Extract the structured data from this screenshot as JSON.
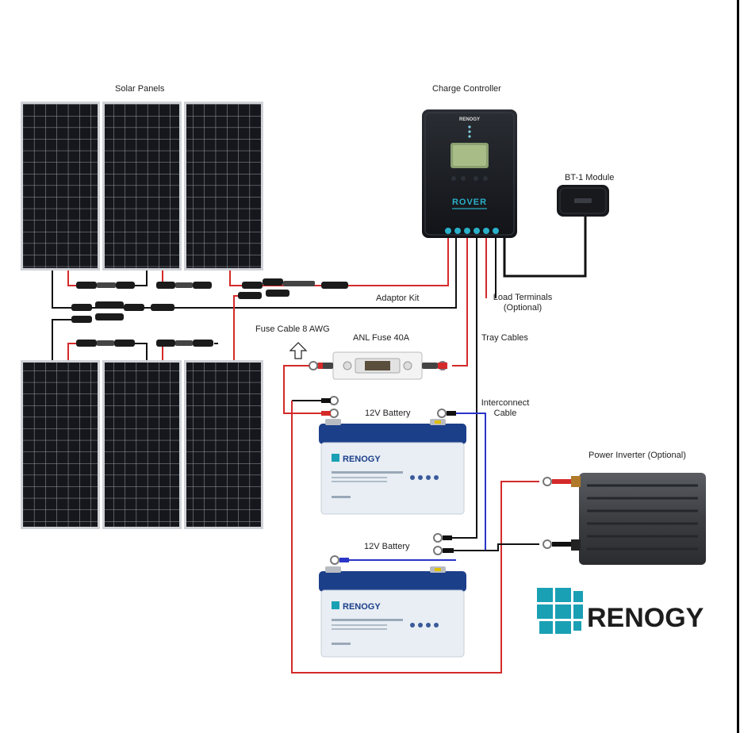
{
  "labels": {
    "solar_panels": "Solar Panels",
    "charge_controller": "Charge Controller",
    "bt1_module": "BT-1 Module",
    "adaptor_kit": "Adaptor Kit",
    "load_terminals_line1": "Load Terminals",
    "load_terminals_line2": "(Optional)",
    "tray_cables": "Tray Cables",
    "fuse_cable": "Fuse Cable 8 AWG",
    "anl_fuse": "ANL Fuse 40A",
    "battery_top": "12V Battery",
    "battery_bottom": "12V Battery",
    "interconnect_line1": "Interconnect",
    "interconnect_line2": "Cable",
    "power_inverter": "Power Inverter (Optional)"
  },
  "device_text": {
    "controller_brand": "RENOGY",
    "controller_model": "ROVER",
    "battery_brand": "RENOGY"
  },
  "brand_logo_text": "RENOGY",
  "colors": {
    "positive_wire": "#d42a2a",
    "negative_wire": "#111111",
    "interconnect_wire": "#2a35c8",
    "battery_lid": "#1c3f8a",
    "battery_body": "#e8eef4",
    "logo_teal": "#1aa0b4",
    "controller_accent": "#2ab0c8"
  },
  "icons": [
    "arrow-up-icon",
    "renogy-logo-icon"
  ]
}
